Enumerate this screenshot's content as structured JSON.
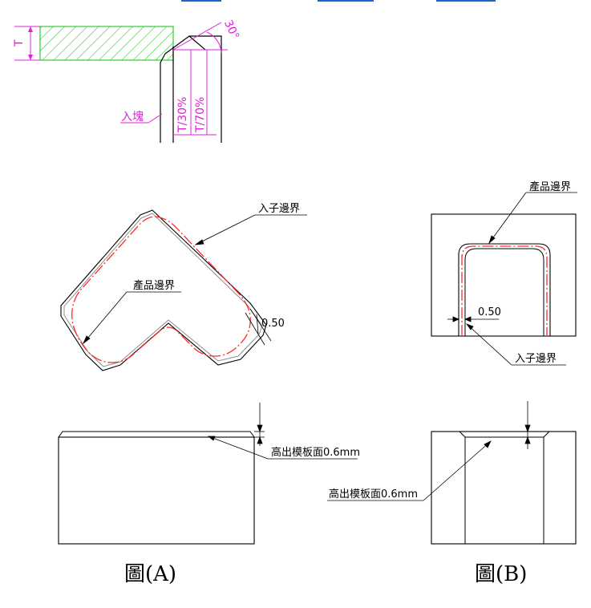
{
  "colors": {
    "ink": "#000000",
    "dim": "#e020d8",
    "hatch": "#33cc33",
    "product_edge": "#ff2a2a",
    "insert_edge": "#8c8c8c",
    "link": "#1a66cc"
  },
  "top_detail": {
    "label_T": "T",
    "label_angle": "30°",
    "label_inset": "入塊",
    "label_30pct": "T/30%",
    "label_70pct": "T/70%"
  },
  "figure_a": {
    "label_insert_edge": "入子邊界",
    "label_product_edge": "產品邊界",
    "label_gap": "0.50",
    "label_raise": "高出模板面0.6mm",
    "caption": "圖(A)"
  },
  "figure_b": {
    "label_product_edge": "產品邊界",
    "label_gap": "0.50",
    "label_insert_edge": "入子邊界",
    "label_raise": "高出模板面0.6mm",
    "caption": "圖(B)"
  }
}
